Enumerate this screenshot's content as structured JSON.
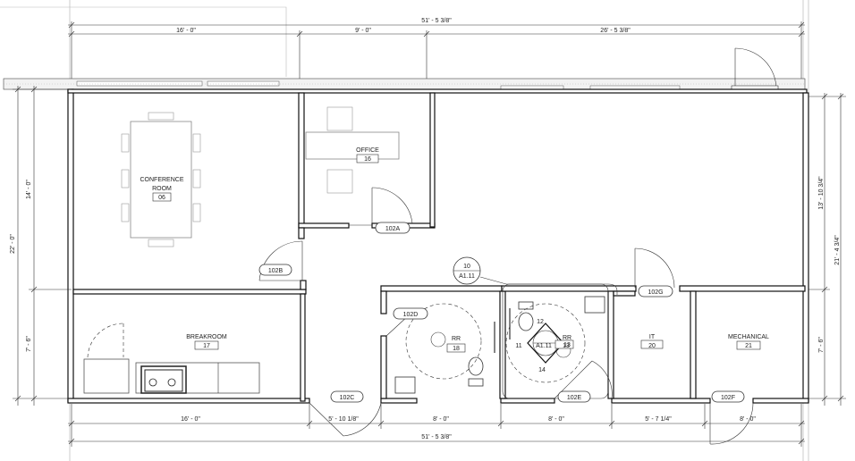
{
  "dimensions": {
    "top_overall": "51' - 5 3/8\"",
    "top_seg1": "16' - 0\"",
    "top_seg2": "9' - 0\"",
    "top_seg3": "26' - 5 3/8\"",
    "bottom_seg1": "16' - 0\"",
    "bottom_seg2": "5' - 10 1/8\"",
    "bottom_seg3": "8' - 0\"",
    "bottom_seg4": "8' - 0\"",
    "bottom_seg5": "5' - 7 1/4\"",
    "bottom_seg6": "8' - 0\"",
    "bottom_overall": "51' - 5 3/8\"",
    "left_overall": "22' - 0\"",
    "left_upper": "14' - 0\"",
    "left_lower": "7' - 6\"",
    "right_overall": "21' - 4 3/4\"",
    "right_upper": "13' - 10 3/4\"",
    "right_lower": "7' - 6\""
  },
  "rooms": {
    "conference": {
      "name_line1": "CONFERENCE",
      "name_line2": "ROOM",
      "number": "06"
    },
    "office": {
      "name": "OFFICE",
      "number": "16"
    },
    "breakroom": {
      "name": "BREAKROOM",
      "number": "17"
    },
    "rr1": {
      "name": "RR",
      "number": "18"
    },
    "rr2": {
      "name": "RR",
      "number": "13"
    },
    "it": {
      "name": "IT",
      "number": "20"
    },
    "mechanical": {
      "name": "MECHANICAL",
      "number": "21"
    }
  },
  "doors": {
    "d102a": "102A",
    "d102b": "102B",
    "d102c": "102C",
    "d102d": "102D",
    "d102e": "102E",
    "d102f": "102F",
    "d102g": "102G"
  },
  "callouts": {
    "section_number": "10",
    "section_sheet": "A1.11",
    "elev_center": "A1.11",
    "elev_n": "12",
    "elev_w": "11",
    "elev_e": "13",
    "elev_s": "14"
  }
}
